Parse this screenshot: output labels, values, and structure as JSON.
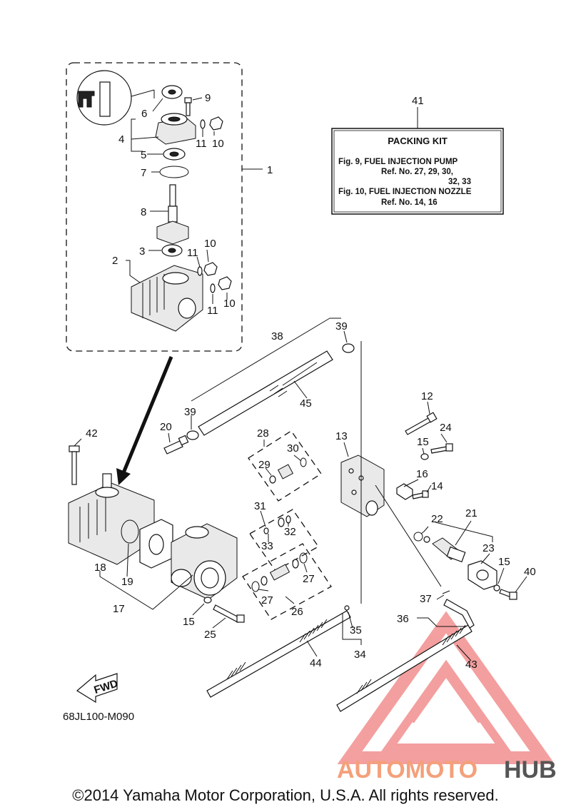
{
  "packing_kit": {
    "callout": "41",
    "title": "PACKING KIT",
    "line1": "Fig. 9, FUEL INJECTION PUMP",
    "line2": "Ref. No. 27, 29, 30,",
    "line3": "32, 33",
    "line4": "Fig. 10, FUEL INJECTION NOZZLE",
    "line5": "Ref. No. 14, 16"
  },
  "diagram_code": "68JL100-M090",
  "fwd_label": "FWD",
  "copyright": "©2014 Yamaha Motor Corporation, U.S.A. All rights reserved.",
  "watermark": {
    "part1": "AUTOMOTO",
    "part2": "HUB",
    "color1": "#f4a07a",
    "color2": "#555555",
    "logo_color": "#f08080"
  },
  "callouts": {
    "c1": "1",
    "c2": "2",
    "c3": "3",
    "c4": "4",
    "c5": "5",
    "c6": "6",
    "c7": "7",
    "c8": "8",
    "c9": "9",
    "c10a": "10",
    "c10b": "10",
    "c10c": "10",
    "c11a": "11",
    "c11b": "11",
    "c11c": "11",
    "c12": "12",
    "c13": "13",
    "c14": "14",
    "c15a": "15",
    "c15b": "15",
    "c15c": "15",
    "c16": "16",
    "c17": "17",
    "c18": "18",
    "c19": "19",
    "c20": "20",
    "c21": "21",
    "c22": "22",
    "c23": "23",
    "c24": "24",
    "c25": "25",
    "c26": "26",
    "c27a": "27",
    "c27b": "27",
    "c28": "28",
    "c29": "29",
    "c30": "30",
    "c31": "31",
    "c32": "32",
    "c33": "33",
    "c34": "34",
    "c35": "35",
    "c36": "36",
    "c37": "37",
    "c38": "38",
    "c39a": "39",
    "c39b": "39",
    "c40": "40",
    "c42": "42",
    "c43": "43",
    "c44": "44",
    "c45": "45"
  }
}
